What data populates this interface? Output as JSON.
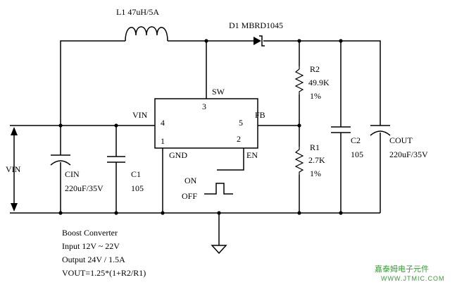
{
  "components": {
    "l1": "L1 47uH/5A",
    "d1": "D1 MBRD1045",
    "r2": {
      "name": "R2",
      "value": "49.9K",
      "tol": "1%"
    },
    "r1": {
      "name": "R1",
      "value": "2.7K",
      "tol": "1%"
    },
    "c2": {
      "name": "C2",
      "value": "105"
    },
    "cout": {
      "name": "COUT",
      "value": "220uF/35V"
    },
    "cin": {
      "name": "CIN",
      "value": "220uF/35V"
    },
    "c1": {
      "name": "C1",
      "value": "105"
    }
  },
  "ic": {
    "sw": "SW",
    "vin": "VIN",
    "fb": "FB",
    "gnd": "GND",
    "en": "EN",
    "pin3": "3",
    "pin4": "4",
    "pin5": "5",
    "pin1": "1",
    "pin2": "2"
  },
  "vin_label": "VIN",
  "switch": {
    "on": "ON",
    "off": "OFF"
  },
  "notes": {
    "line1": "Boost Converter",
    "line2": "Input 12V ~ 22V",
    "line3": "Output 24V / 1.5A",
    "line4": "VOUT=1.25*(1+R2/R1)"
  },
  "watermark": {
    "cn": "嘉泰姆电子元件",
    "url": "WWW.JTMIC.COM"
  }
}
